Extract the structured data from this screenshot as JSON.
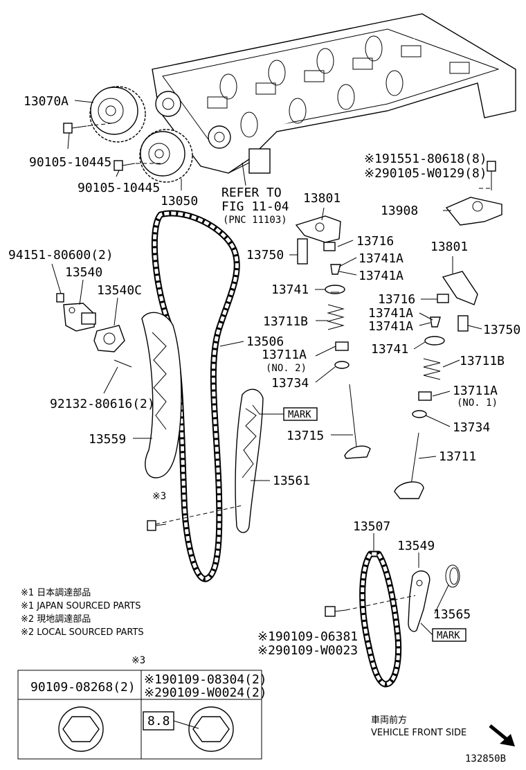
{
  "labels": {
    "p13070A": "13070A",
    "p90105_10445_a": "90105-10445",
    "p90105_10445_b": "90105-10445",
    "p13050": "13050",
    "refer_line1": "REFER TO",
    "refer_line2": "FIG 11-04",
    "refer_line3": "(PNC 11103)",
    "p91551": "※191551-80618(8)",
    "p90105_W0129": "※290105-W0129(8)",
    "p13908": "13908",
    "p13801_a": "13801",
    "p13801_b": "13801",
    "p13750_a": "13750",
    "p13750_b": "13750",
    "p13716_a": "13716",
    "p13716_b": "13716",
    "p13741A_1": "13741A",
    "p13741A_2": "13741A",
    "p13741A_3": "13741A",
    "p13741A_4": "13741A",
    "p13741_a": "13741",
    "p13741_b": "13741",
    "p13711B_a": "13711B",
    "p13711B_b": "13711B",
    "p13711A_a": "13711A",
    "p13711A_a_sub": "(NO. 2)",
    "p13711A_b": "13711A",
    "p13711A_b_sub": "(NO. 1)",
    "p13734_a": "13734",
    "p13734_b": "13734",
    "p13715": "13715",
    "p13711": "13711",
    "p94151": "94151-80600(2)",
    "p13540": "13540",
    "p13540C": "13540C",
    "p92132": "92132-80616(2)",
    "p13506": "13506",
    "p13559": "13559",
    "p13561": "13561",
    "mark_a": "MARK",
    "mark_b": "MARK",
    "ref3_a": "※3",
    "p13507": "13507",
    "p13549": "13549",
    "p13565": "13565",
    "p90109_06381": "※190109-06381",
    "p90109_W0023": "※290109-W0023",
    "ref3_b": "※3"
  },
  "notes": [
    "※1 日本調達部品",
    "※1 JAPAN SOURCED PARTS",
    "※2 現地調達部品",
    "※2 LOCAL SOURCED PARTS"
  ],
  "table": {
    "col1_header": "90109-08268(2)",
    "col2_header_line1": "※190109-08304(2)",
    "col2_header_line2": "※290109-W0024(2)",
    "box_value": "8.8"
  },
  "front": {
    "jp": "車両前方",
    "en": "VEHICLE FRONT SIDE"
  },
  "diagram_id": "132850B"
}
